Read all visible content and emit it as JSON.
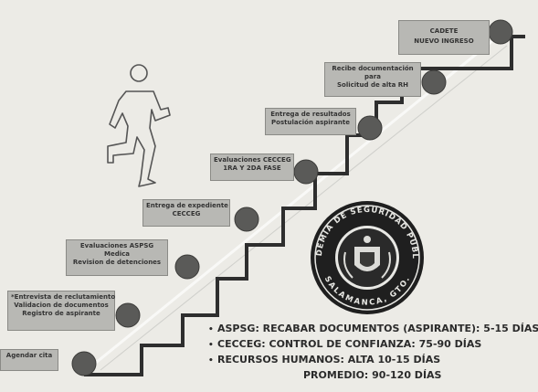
{
  "steps": [
    {
      "lines": [
        "Agendar cita"
      ]
    },
    {
      "lines": [
        "*Entrevista de reclutamiento",
        "Validacion de documentos",
        "Registro de aspirante"
      ]
    },
    {
      "lines": [
        "Evaluaciones ASPSG",
        "Medica",
        "Revision de detenciones"
      ]
    },
    {
      "lines": [
        "Entrega de expediente",
        "CECCEG"
      ]
    },
    {
      "lines": [
        "Evaluaciones CECCEG",
        "1RA Y 2DA FASE"
      ]
    },
    {
      "lines": [
        "Entrega de resultados",
        "Postulación aspirante"
      ]
    },
    {
      "lines": [
        "Recibe documentación",
        "para",
        "Solicitud de alta RH"
      ]
    },
    {
      "lines": [
        "CADETE",
        "NUEVO INGRESO"
      ]
    }
  ],
  "seal": {
    "top_text": "ACADEMIA DE SEGURIDAD PÚBLICA",
    "bottom_text": "SALAMANCA, GTO."
  },
  "notes": {
    "items": [
      "ASPSG: RECABAR DOCUMENTOS (ASPIRANTE): 5-15 DÍAS",
      "CECCEG: CONTROL DE CONFIANZA:  75-90 DÍAS",
      "RECURSOS HUMANOS: ALTA 10-15 DÍAS"
    ],
    "average": "PROMEDIO: 90-120 DÍAS"
  },
  "colors": {
    "background": "#ecebe6",
    "stair": "#2e2e2e",
    "node": "#5a5a58",
    "box": "#b8b8b4"
  },
  "icons": [
    "walking-figure-icon",
    "academy-seal-icon"
  ]
}
